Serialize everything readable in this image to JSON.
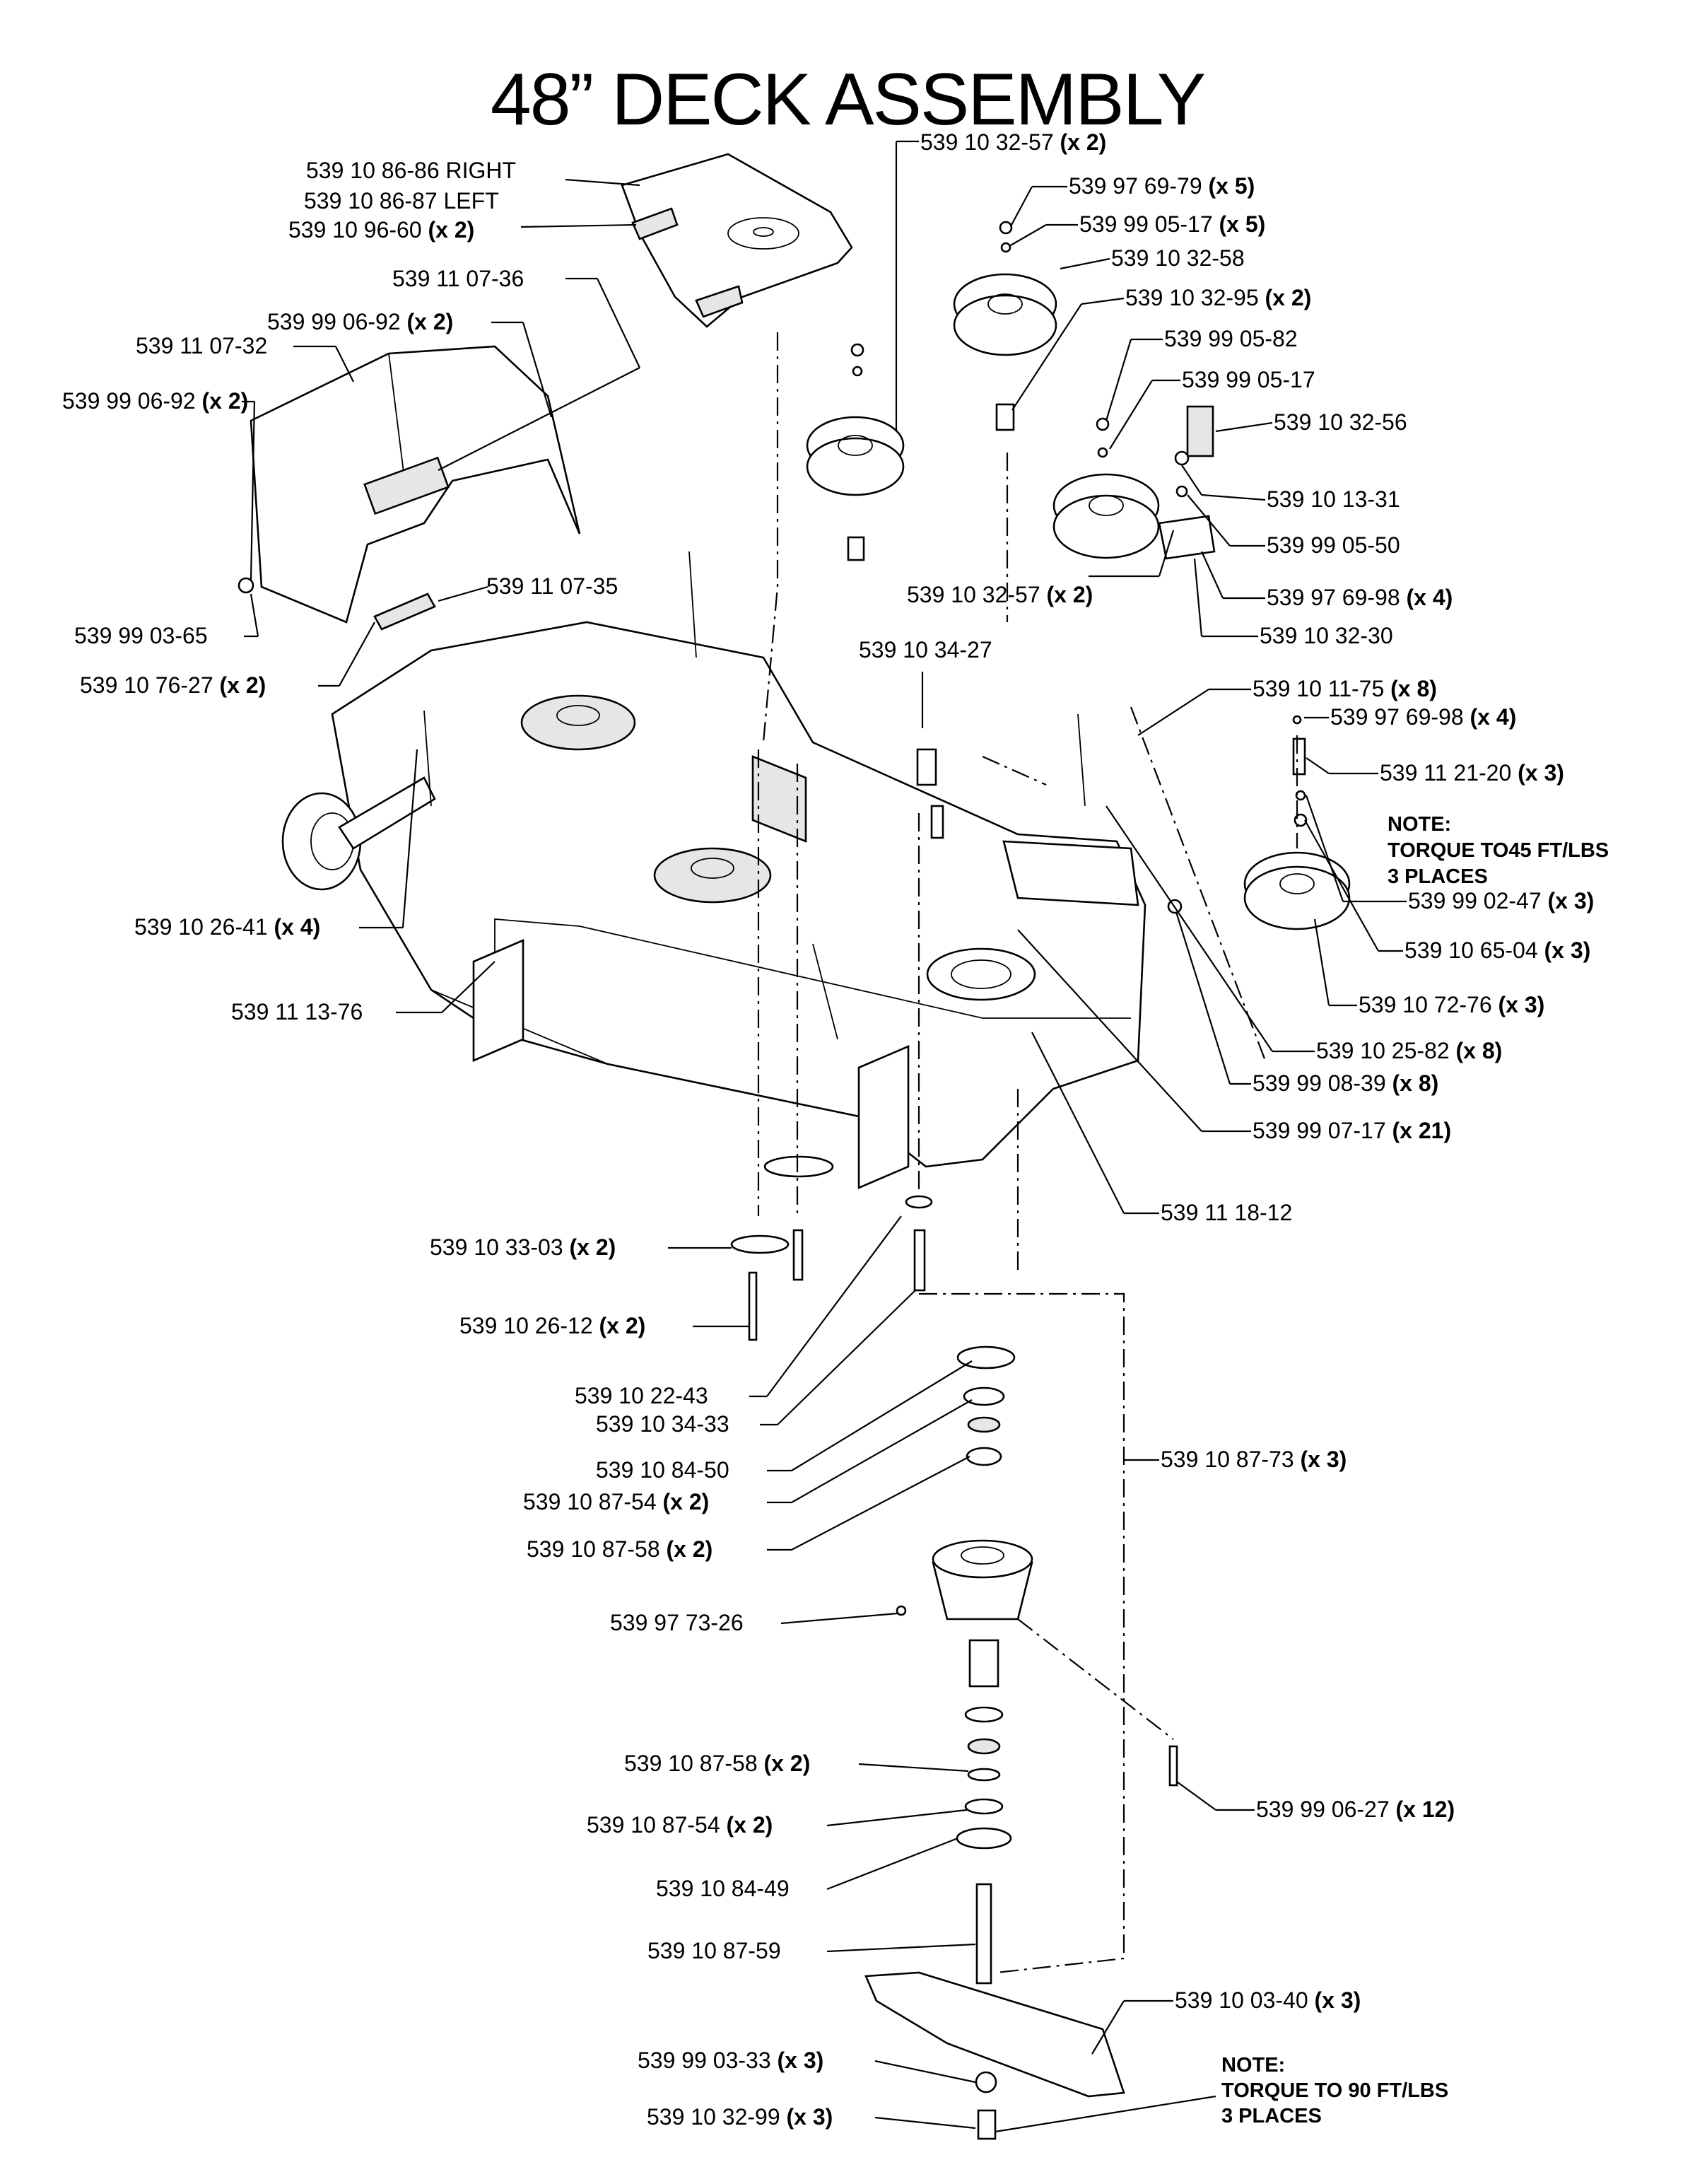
{
  "title": "48” DECK ASSEMBLY",
  "callouts": [
    {
      "id": "c1",
      "text": "539 10 86-86 RIGHT",
      "qty": ""
    },
    {
      "id": "c2",
      "text": "539 10 86-87 LEFT",
      "qty": ""
    },
    {
      "id": "c3",
      "text": "539 10 96-60 ",
      "qty": "(x 2)"
    },
    {
      "id": "c4",
      "text": "539 11 07-36",
      "qty": ""
    },
    {
      "id": "c5",
      "text": "539 99 06-92 ",
      "qty": "(x 2)"
    },
    {
      "id": "c6",
      "text": "539 11 07-32",
      "qty": ""
    },
    {
      "id": "c7",
      "text": "539 99 06-92 ",
      "qty": "(x 2)"
    },
    {
      "id": "c8",
      "text": "539 99 03-65",
      "qty": ""
    },
    {
      "id": "c9",
      "text": "539 11 07-35",
      "qty": ""
    },
    {
      "id": "c10",
      "text": "539 10 76-27 ",
      "qty": "(x 2)"
    },
    {
      "id": "c11",
      "text": "539 10 26-41 ",
      "qty": "(x 4)"
    },
    {
      "id": "c12",
      "text": "539 11 13-76",
      "qty": ""
    },
    {
      "id": "c13",
      "text": "539 10 32-57 ",
      "qty": "(x 2)"
    },
    {
      "id": "c14",
      "text": "539 97 69-79 ",
      "qty": "(x 5)"
    },
    {
      "id": "c15",
      "text": "539 99 05-17 ",
      "qty": "(x 5)"
    },
    {
      "id": "c16",
      "text": "539 10 32-58",
      "qty": ""
    },
    {
      "id": "c17",
      "text": "539 10 32-95 ",
      "qty": "(x 2)"
    },
    {
      "id": "c18",
      "text": "539 99 05-82",
      "qty": ""
    },
    {
      "id": "c19",
      "text": "539 99 05-17",
      "qty": ""
    },
    {
      "id": "c20",
      "text": "539 10 32-56",
      "qty": ""
    },
    {
      "id": "c21",
      "text": "539 10 13-31",
      "qty": ""
    },
    {
      "id": "c22",
      "text": "539 99 05-50",
      "qty": ""
    },
    {
      "id": "c23",
      "text": "539 10 32-57 ",
      "qty": "(x 2)"
    },
    {
      "id": "c24",
      "text": "539 97 69-98 ",
      "qty": "(x 4)"
    },
    {
      "id": "c25",
      "text": "539 10 32-30",
      "qty": ""
    },
    {
      "id": "c26",
      "text": "539 10 34-27",
      "qty": ""
    },
    {
      "id": "c27",
      "text": "539 10 11-75 ",
      "qty": "(x 8)"
    },
    {
      "id": "c28",
      "text": "539 97 69-98 ",
      "qty": "(x 4)"
    },
    {
      "id": "c29",
      "text": "539 11 21-20 ",
      "qty": "(x 3)"
    },
    {
      "id": "c30",
      "text": "539 99 02-47 ",
      "qty": "(x 3)"
    },
    {
      "id": "c31",
      "text": "539 10 65-04 ",
      "qty": "(x 3)"
    },
    {
      "id": "c32",
      "text": "539 10 72-76 ",
      "qty": "(x 3)"
    },
    {
      "id": "c33",
      "text": "539 10 25-82 ",
      "qty": "(x 8)"
    },
    {
      "id": "c34",
      "text": "539 99 08-39 ",
      "qty": "(x 8)"
    },
    {
      "id": "c35",
      "text": "539 99 07-17 ",
      "qty": "(x 21)"
    },
    {
      "id": "c36",
      "text": "539 11 18-12",
      "qty": ""
    },
    {
      "id": "c37",
      "text": "539 10 33-03 ",
      "qty": "(x 2)"
    },
    {
      "id": "c38",
      "text": "539 10 26-12 ",
      "qty": "(x 2)"
    },
    {
      "id": "c39",
      "text": "539 10 22-43",
      "qty": ""
    },
    {
      "id": "c40",
      "text": "539 10 34-33",
      "qty": ""
    },
    {
      "id": "c41",
      "text": "539 10 84-50",
      "qty": ""
    },
    {
      "id": "c42",
      "text": "539 10 87-54 ",
      "qty": "(x 2)"
    },
    {
      "id": "c43",
      "text": "539 10 87-58 ",
      "qty": "(x 2)"
    },
    {
      "id": "c44",
      "text": "539 10 87-73 ",
      "qty": "(x 3)"
    },
    {
      "id": "c45",
      "text": "539 97 73-26",
      "qty": ""
    },
    {
      "id": "c46",
      "text": "539 10 87-58 ",
      "qty": "(x 2)"
    },
    {
      "id": "c47",
      "text": "539 99 06-27 ",
      "qty": "(x 12)"
    },
    {
      "id": "c48",
      "text": "539 10 87-54 ",
      "qty": "(x 2)"
    },
    {
      "id": "c49",
      "text": "539 10 84-49",
      "qty": ""
    },
    {
      "id": "c50",
      "text": "539 10 87-59",
      "qty": ""
    },
    {
      "id": "c51",
      "text": "539 10 03-40 ",
      "qty": "(x 3)"
    },
    {
      "id": "c52",
      "text": "539 99 03-33 ",
      "qty": "(x 3)"
    },
    {
      "id": "c53",
      "text": "539 10 32-99 ",
      "qty": "(x 3)"
    }
  ],
  "notes": [
    {
      "id": "n1",
      "lines": [
        "NOTE:",
        "TORQUE TO45 FT/LBS",
        "3 PLACES"
      ]
    },
    {
      "id": "n2",
      "lines": [
        "NOTE:",
        "TORQUE TO 90 FT/LBS",
        "3 PLACES"
      ]
    }
  ]
}
